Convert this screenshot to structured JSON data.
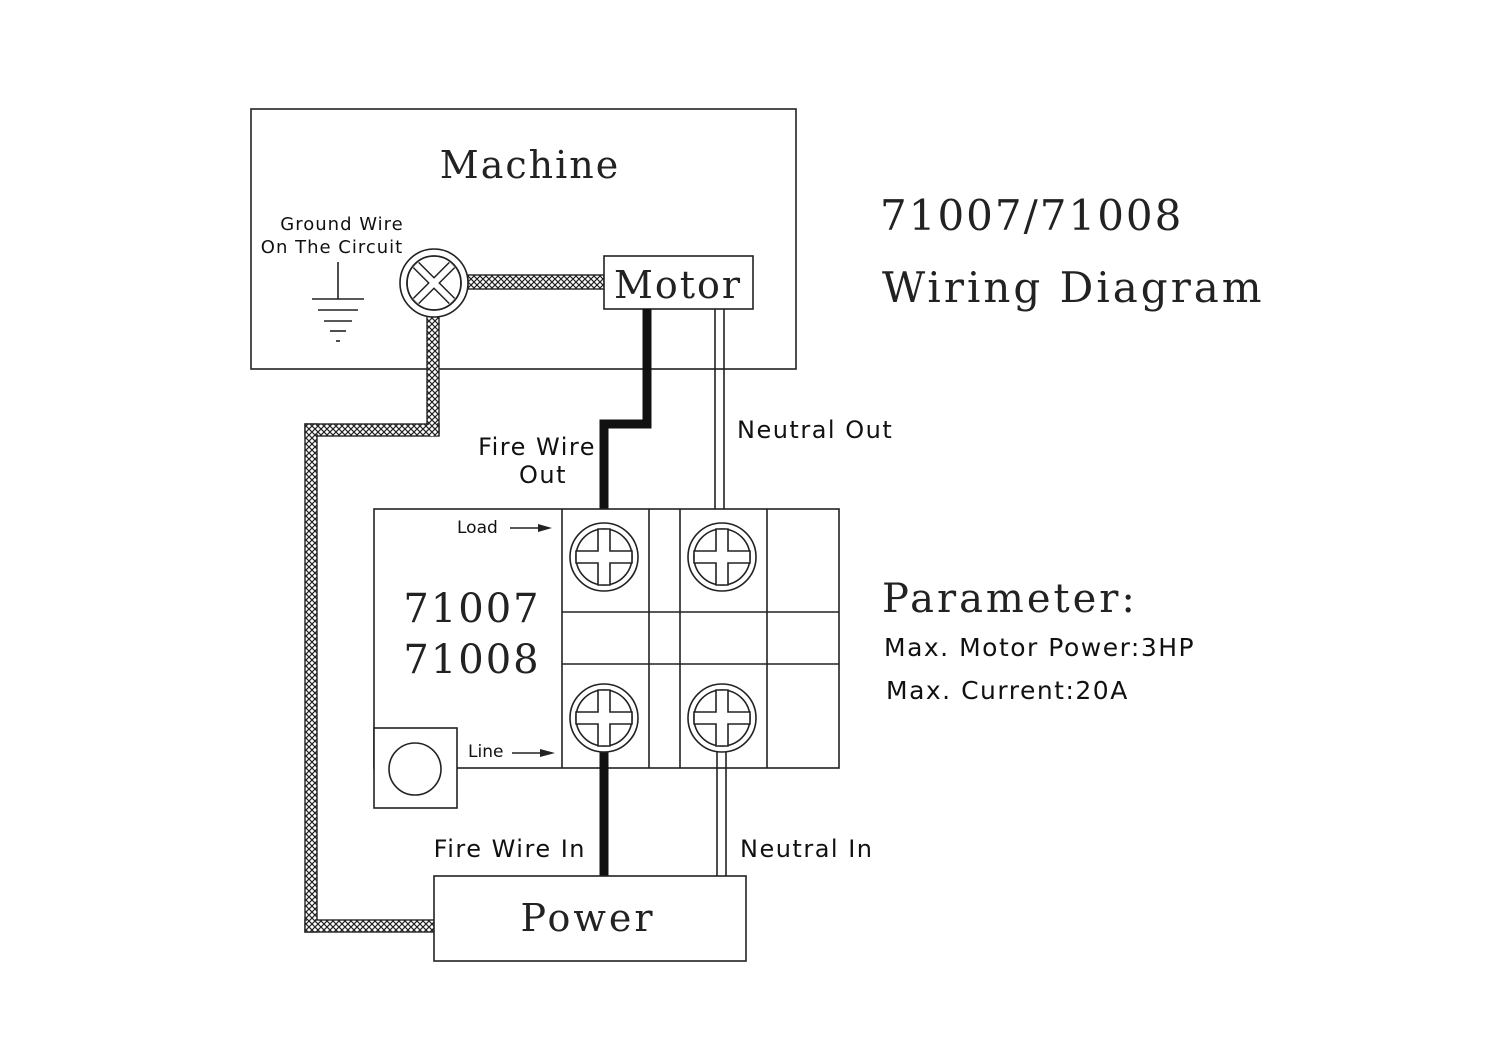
{
  "title": {
    "model": "71007/71008",
    "subtitle": "Wiring Diagram"
  },
  "machine": {
    "label": "Machine",
    "ground_label_line1": "Ground Wire",
    "ground_label_line2": "On The Circuit",
    "motor_label": "Motor"
  },
  "switch": {
    "model_line1": "71007",
    "model_line2": "71008",
    "load_label": "Load",
    "line_label": "Line"
  },
  "wires": {
    "fire_out_line1": "Fire Wire",
    "fire_out_line2": "Out",
    "neutral_out": "Neutral Out",
    "fire_in": "Fire Wire In",
    "neutral_in": "Neutral In"
  },
  "power": {
    "label": "Power"
  },
  "parameters": {
    "heading": "Parameter:",
    "items": [
      "Max. Motor Power:3HP",
      "Max. Current:20A"
    ]
  }
}
